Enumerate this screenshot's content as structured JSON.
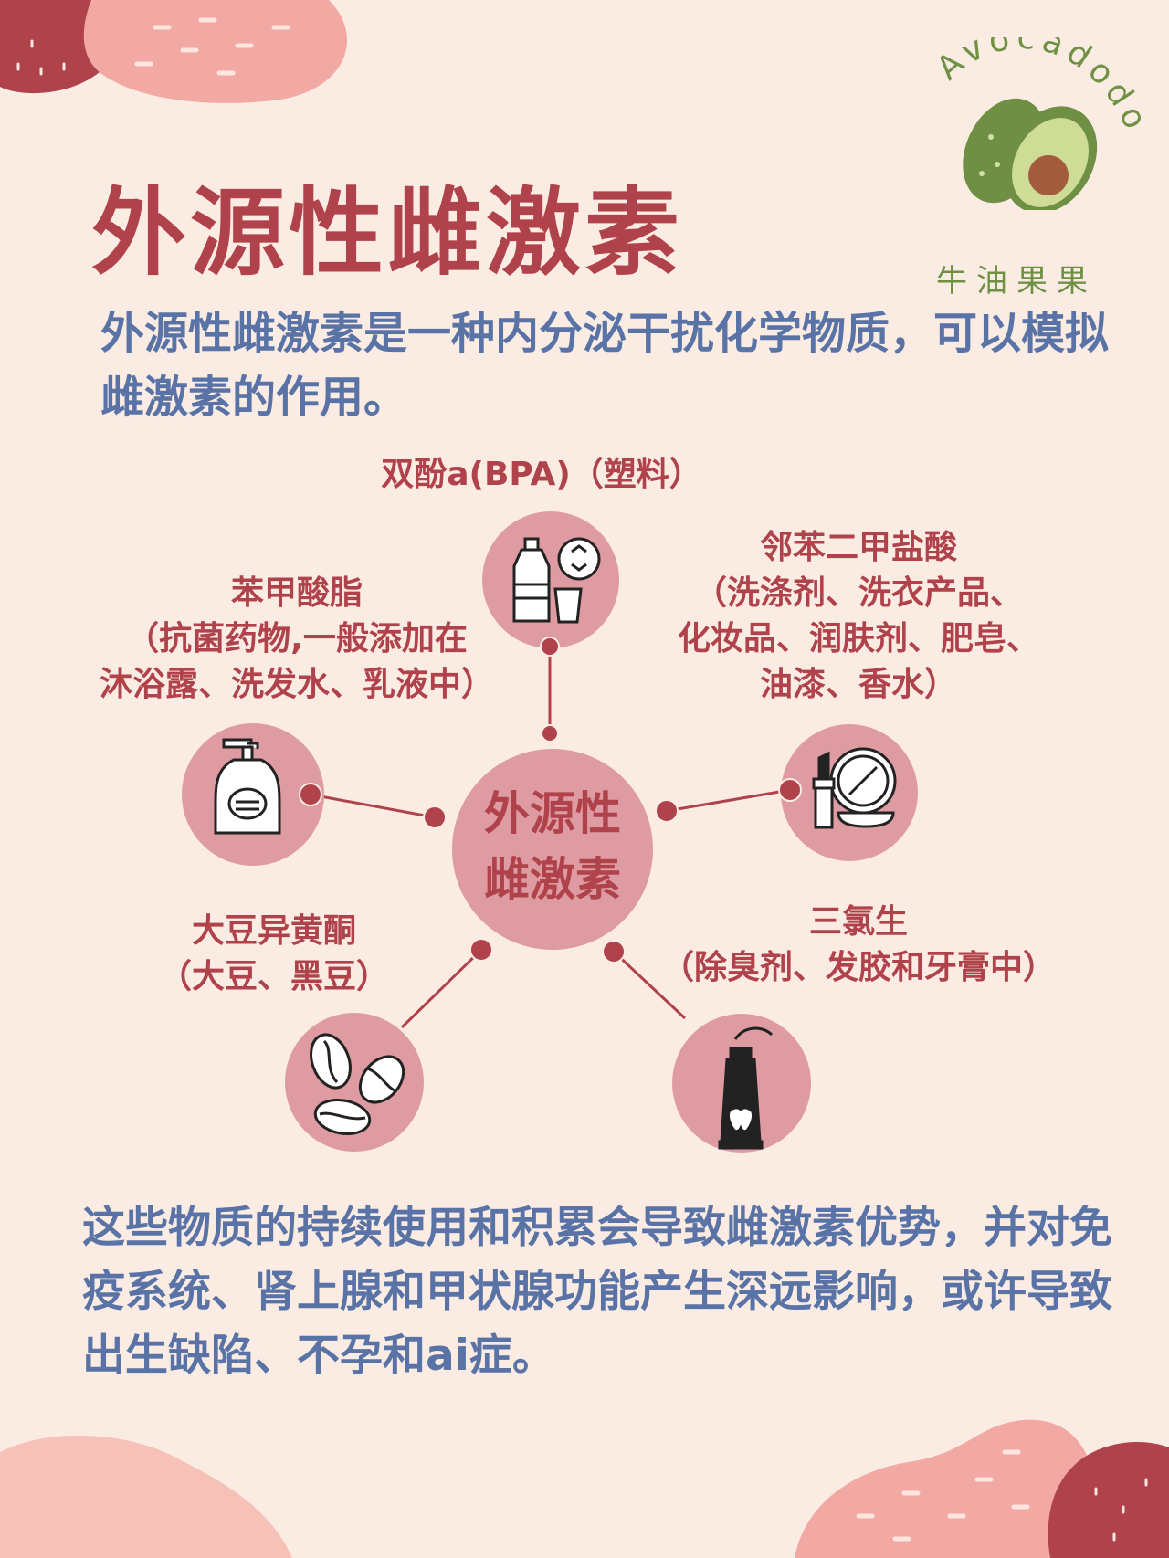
{
  "title": "外源性雌激素",
  "intro": "外源性雌激素是一种内分泌干扰化学物质，可以模拟雌激素的作用。",
  "logo": {
    "latin": "Avocadodo",
    "chinese": "牛油果果"
  },
  "diagram": {
    "center": {
      "line1": "外源性",
      "line2": "雌激素"
    },
    "nodes": [
      {
        "name": "bpa",
        "icon": "plastic-bottle-recycle-icon",
        "lines": [
          "双酚a(BPA)（塑料）"
        ]
      },
      {
        "name": "phthalate",
        "icon": "lipstick-compact-icon",
        "lines": [
          "邻苯二甲盐酸",
          "（洗涤剂、洗衣产品、",
          "化妆品、润肤剂、肥皂、",
          "油漆、香水）"
        ]
      },
      {
        "name": "paraben",
        "icon": "lotion-pump-bottle-icon",
        "lines": [
          "苯甲酸脂",
          "（抗菌药物,一般添加在",
          "沐浴露、洗发水、乳液中）"
        ]
      },
      {
        "name": "isoflavone",
        "icon": "soybeans-icon",
        "lines": [
          "大豆异黄酮",
          "（大豆、黑豆）"
        ]
      },
      {
        "name": "triclosan",
        "icon": "toothpaste-tube-icon",
        "lines": [
          "三氯生",
          "（除臭剂、发胶和牙膏中）"
        ]
      }
    ]
  },
  "conclusion": "这些物质的持续使用和积累会导致雌激素优势，并对免疫系统、肾上腺和甲状腺功能产生深远影响，或许导致出生缺陷、不孕和ai症。",
  "colors": {
    "accent": "#b0424b",
    "circle": "#de9ca2",
    "text_blue": "#5a73a6",
    "background": "#fbece3"
  }
}
